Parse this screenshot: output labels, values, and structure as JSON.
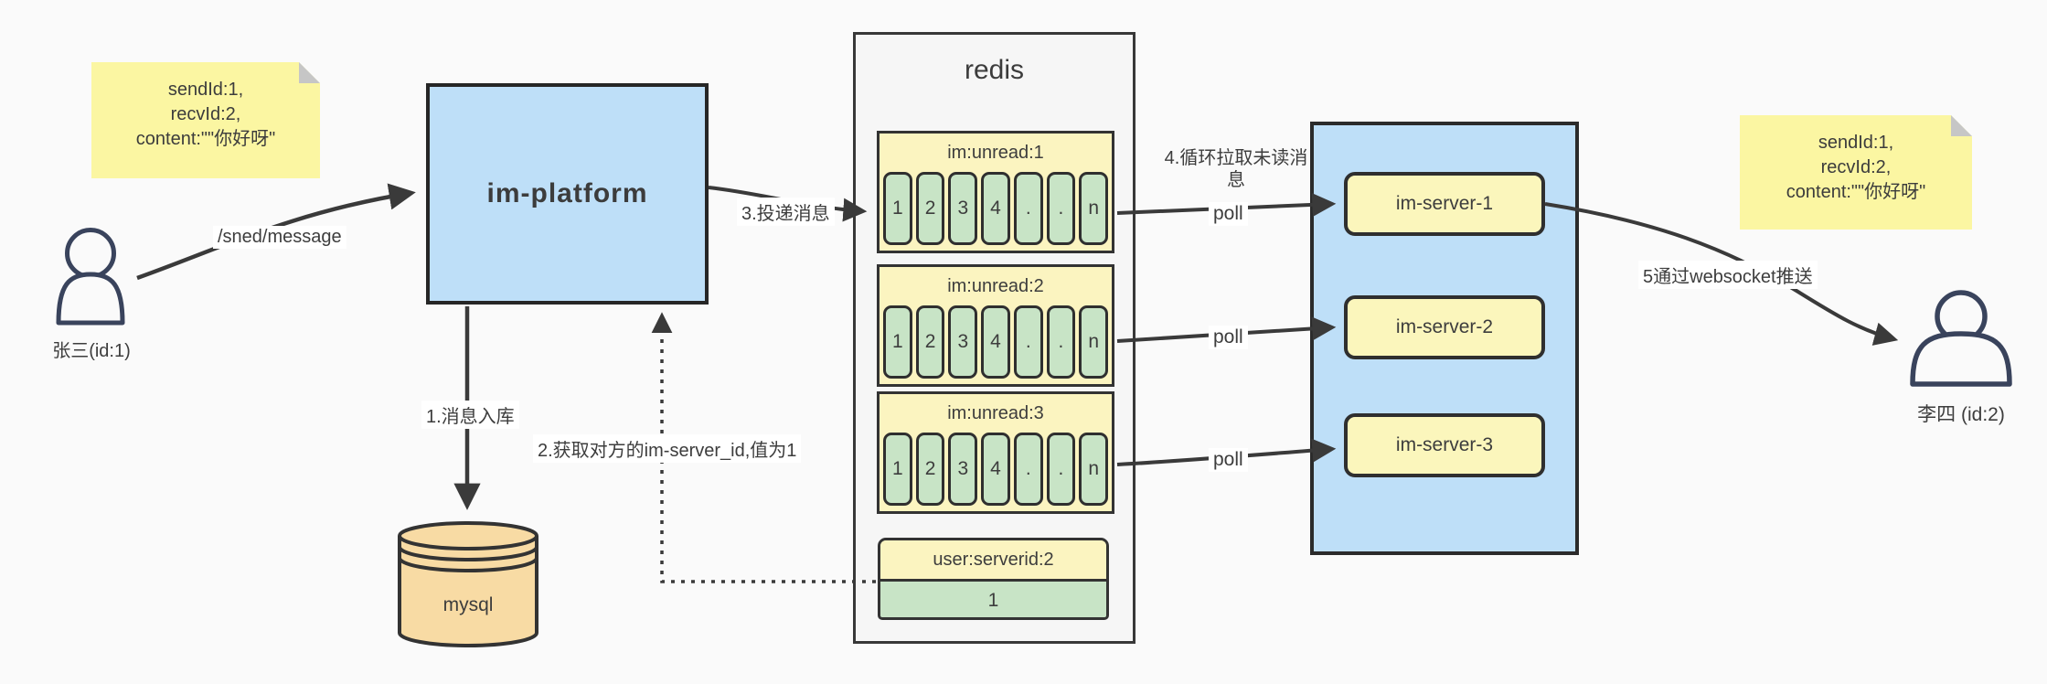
{
  "notes": {
    "left": {
      "lines": [
        "sendId:1,",
        "recvId:2,",
        "content:\"\"你好呀\""
      ]
    },
    "right": {
      "lines": [
        "sendId:1,",
        "recvId:2,",
        "content:\"\"你好呀\""
      ]
    }
  },
  "actors": {
    "sender": {
      "label": "张三(id:1)"
    },
    "receiver": {
      "label": "李四 (id:2)"
    }
  },
  "platform": {
    "label": "im-platform"
  },
  "database": {
    "label": "mysql"
  },
  "redis": {
    "title": "redis",
    "queues": [
      {
        "header": "im:unread:1",
        "cells": [
          "1",
          "2",
          "3",
          "4",
          ".",
          ".",
          "n"
        ]
      },
      {
        "header": "im:unread:2",
        "cells": [
          "1",
          "2",
          "3",
          "4",
          ".",
          ".",
          "n"
        ]
      },
      {
        "header": "im:unread:3",
        "cells": [
          "1",
          "2",
          "3",
          "4",
          ".",
          ".",
          "n"
        ]
      }
    ],
    "mapping": {
      "header": "user:serverid:2",
      "value": "1"
    }
  },
  "cluster": {
    "servers": [
      {
        "label": "im-server-1"
      },
      {
        "label": "im-server-2"
      },
      {
        "label": "im-server-3"
      }
    ]
  },
  "edges": {
    "send_api": "/sned/message",
    "step1": "1.消息入库",
    "step2": "2.获取对方的im-server_id,值为1",
    "step3": "3.投递消息",
    "step4": "4.循环拉取未读消息",
    "step5": "5通过websocket推送",
    "poll": "poll"
  },
  "colors": {
    "canvas": "#fafafa",
    "container_blue": "#bedff8",
    "note_yellow": "#fbf6a2",
    "queue_yellow": "#fbf4c0",
    "cell_green": "#c8e4c6",
    "db_orange": "#f8dba4",
    "stroke_dark": "#3a3a3a",
    "label_bg": "#ffffff"
  }
}
